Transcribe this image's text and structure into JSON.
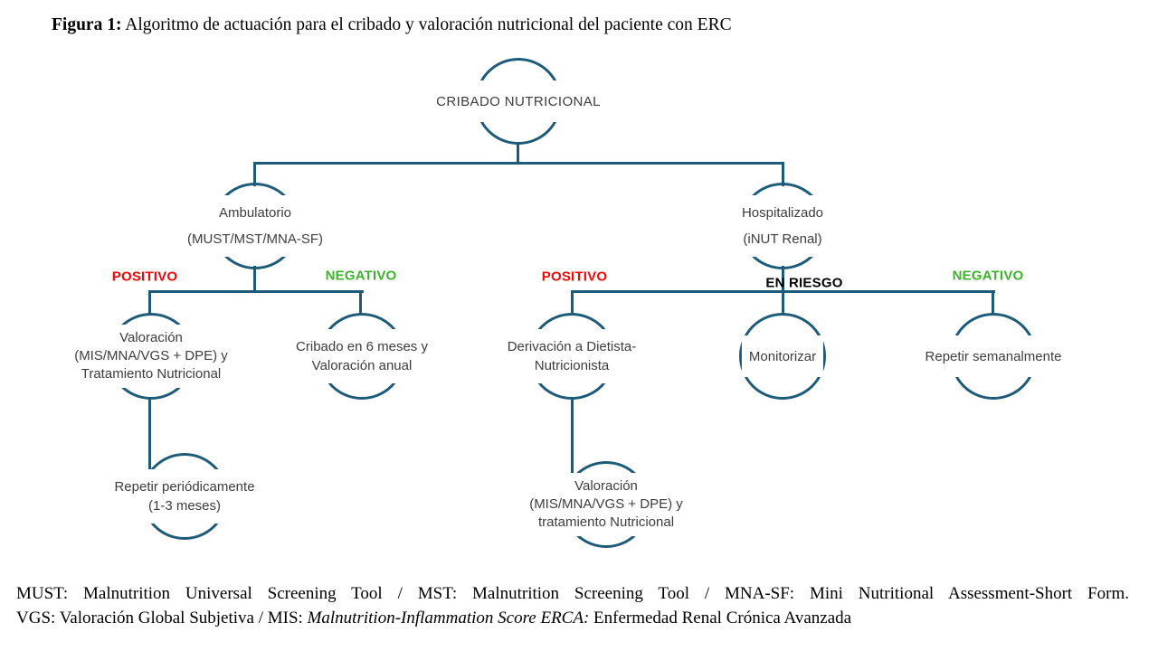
{
  "title": {
    "label": "Figura 1:",
    "text": " Algoritmo de actuación para el cribado y valoración nutricional del paciente con ERC"
  },
  "colors": {
    "line": "#1e5b78",
    "positive": "#f60505",
    "negative": "#3db32b",
    "risk": "#000000",
    "node_text": "#3d3d3d"
  },
  "nodes": {
    "root": {
      "lines": [
        "CRIBADO NUTRICIONAL"
      ]
    },
    "ambulatorio": {
      "lines": [
        "Ambulatorio",
        "(MUST/MST/MNA-SF)"
      ]
    },
    "hospitalizado": {
      "lines": [
        "Hospitalizado",
        "(iNUT Renal)"
      ]
    },
    "valoracion_izq": {
      "lines": [
        "Valoración",
        "(MIS/MNA/VGS + DPE) y",
        "Tratamiento Nutricional"
      ]
    },
    "cribado6": {
      "lines": [
        "Cribado en 6 meses y",
        "Valoración anual"
      ]
    },
    "derivacion": {
      "lines": [
        "Derivación a Dietista-",
        "Nutricionista"
      ]
    },
    "monitorizar": {
      "lines": [
        "Monitorizar"
      ]
    },
    "repetir_sem": {
      "lines": [
        "Repetir semanalmente"
      ]
    },
    "repetir_per": {
      "lines": [
        "Repetir periódicamente",
        "(1-3 meses)"
      ]
    },
    "valoracion_der": {
      "lines": [
        "Valoración",
        "(MIS/MNA/VGS + DPE) y",
        "tratamiento Nutricional"
      ]
    }
  },
  "labels": {
    "positivo_left": "POSITIVO",
    "negativo_left": "NEGATIVO",
    "positivo_right": "POSITIVO",
    "en_riesgo": "EN RIESGO",
    "negativo_right": "NEGATIVO"
  },
  "footnote": {
    "line1": "MUST: Malnutrition Universal Screening Tool / MST: Malnutrition Screening Tool / MNA-SF: Mini Nutritional Assessment-Short Form.",
    "line2_part1": "VGS: Valoración Global Subjetiva / MIS: ",
    "line2_italic": "Malnutrition-Inflammation Score ERCA:",
    "line2_part2": " Enfermedad Renal Crónica Avanzada"
  }
}
